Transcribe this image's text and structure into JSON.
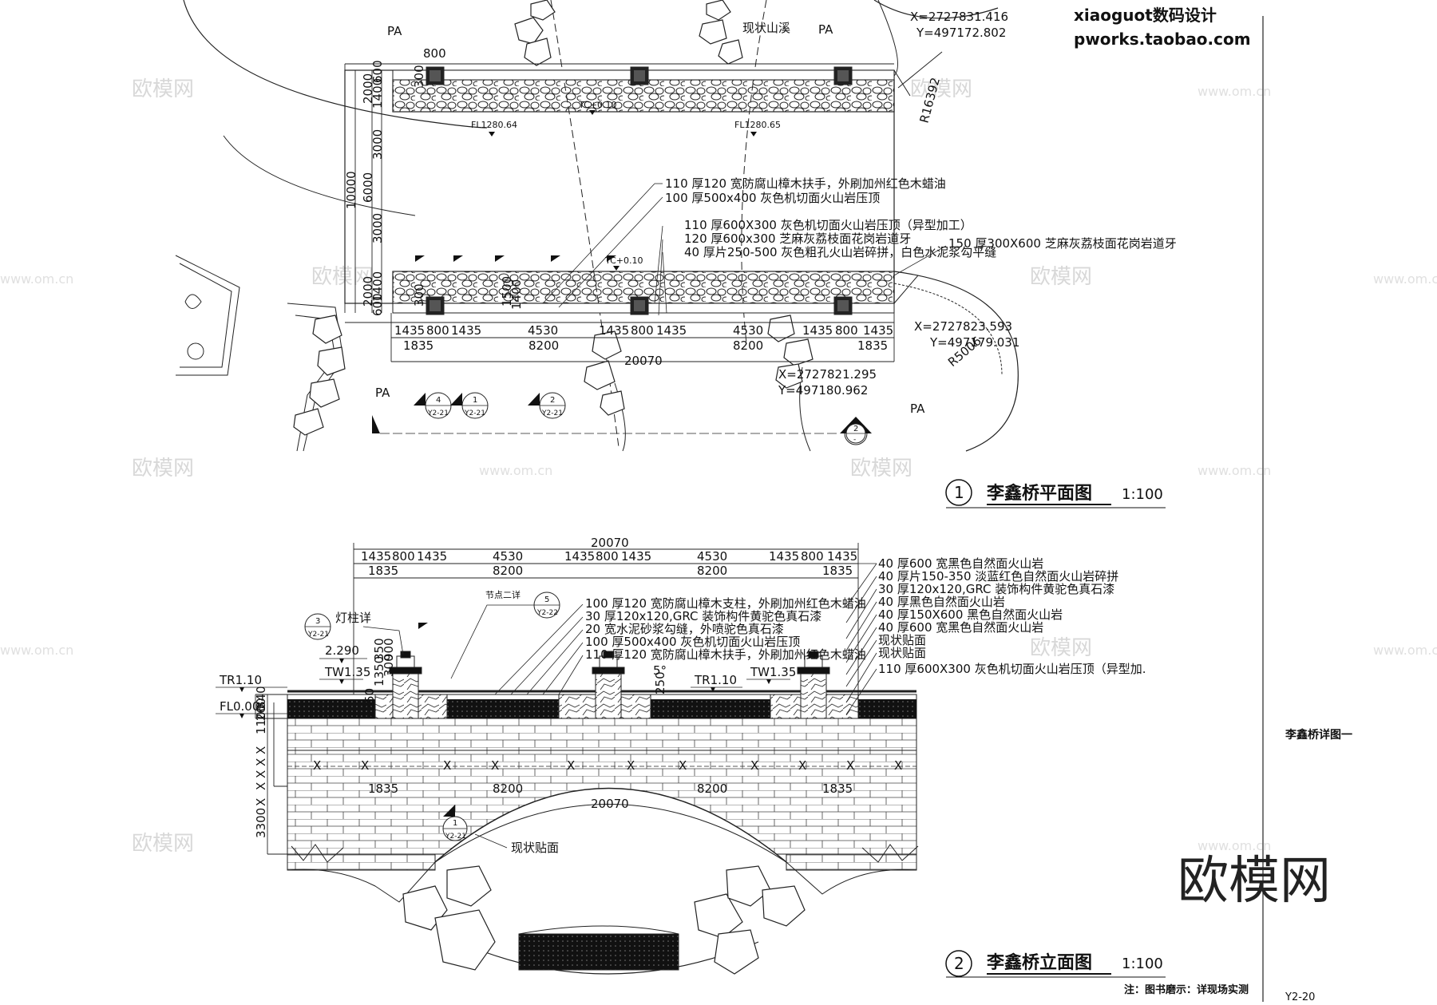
{
  "watermark": {
    "brand_line1": "xiaoguot数码设计",
    "brand_line2": "pworks.taobao.com",
    "site_name": "欧模网",
    "site_url": "www.om.cn",
    "large": "欧模网"
  },
  "plan": {
    "coords": {
      "top_right_x": "X=2727831.416",
      "top_right_y": "Y=497172.802",
      "bottom_right_x": "X=2727823.593",
      "bottom_right_y": "Y=497179.031",
      "bottom_mid_x": "X=2727821.295",
      "bottom_mid_y": "Y=497180.962"
    },
    "labels": {
      "pa": "PA",
      "stream": "现状山溪",
      "r1": "R16392",
      "r2": "R5006",
      "fl1": "FL1280.64",
      "fl2": "FL1280.65",
      "tc1": "TC+0.10",
      "tc2": "TC+0.10"
    },
    "left_dims": [
      "600",
      "1400",
      "2000",
      "3000",
      "6000",
      "10000",
      "3000",
      "1400",
      "2000",
      "600"
    ],
    "top_dim": "800",
    "small_dims": [
      "300",
      "300",
      "1500",
      "1400"
    ],
    "bottom_row1": [
      "1435",
      "800",
      "1435",
      "4530",
      "1435",
      "800",
      "1435",
      "4530",
      "1435",
      "800",
      "1435"
    ],
    "bottom_row2": [
      "1835",
      "8200",
      "8200",
      "1835"
    ],
    "bottom_total": "20070",
    "notes": [
      "110 厚120 宽防腐山樟木扶手，外刷加州红色木蜡油",
      "100 厚500x400  灰色机切面火山岩压顶",
      "110 厚600X300  灰色机切面火山岩压顶（异型加工）",
      "120 厚600x300  芝麻灰荔枝面花岗岩道牙",
      "40 厚片250-500  灰色粗孔火山岩碎拼，白色水泥浆勾平缝",
      "150 厚300X600  芝麻灰荔枝面花岗岩道牙"
    ],
    "section_markers": [
      {
        "num": "4",
        "ref": "Y2-21"
      },
      {
        "num": "1",
        "ref": "Y2-21"
      },
      {
        "num": "2",
        "ref": "Y2-21"
      },
      {
        "num": "2",
        "ref": "-"
      }
    ],
    "title_num": "1",
    "title": "李鑫桥平面图",
    "scale": "1:100"
  },
  "elevation": {
    "top_total": "20070",
    "row1": [
      "1435",
      "800",
      "1435",
      "4530",
      "1435",
      "800",
      "1435",
      "4530",
      "1435",
      "800",
      "1435"
    ],
    "row2": [
      "1835",
      "8200",
      "8200",
      "1835"
    ],
    "mid_row": [
      "1835",
      "8200",
      "8200",
      "1835"
    ],
    "mid_total": "20070",
    "left_dims": [
      "260",
      "840",
      "1100",
      "X",
      "X",
      "X",
      "X",
      "X",
      "3300"
    ],
    "misc_dims": [
      "250",
      "5°",
      "2250",
      "1350",
      "350",
      "300",
      "900"
    ],
    "levels": {
      "h1": "2.290",
      "tw_left": "TW1.35",
      "tr_left": "TR1.10",
      "fl": "FL0.00",
      "tr_mid": "TR1.10",
      "tw_mid": "TW1.35"
    },
    "markers": [
      {
        "num": "3",
        "ref": "Y2-21",
        "label": "灯柱详"
      },
      {
        "num": "5",
        "ref": "Y2-22",
        "label": "节点二详"
      },
      {
        "num": "1",
        "ref": "Y2-21",
        "label": ""
      }
    ],
    "notes_mid": [
      "100 厚120 宽防腐山樟木支柱，外刷加州红色木蜡油",
      "30 厚120x120,GRC  装饰构件黄驼色真石漆",
      "20 宽水泥砂浆勾缝，外喷驼色真石漆",
      "100 厚500x400  灰色机切面火山岩压顶",
      "110 厚120 宽防腐山樟木扶手，外刷加州红色木蜡油"
    ],
    "notes_right": [
      "40 厚600  宽黑色自然面火山岩",
      "40 厚片150-350  淡蓝红色自然面火山岩碎拼",
      "30 厚120x120,GRC  装饰构件黄驼色真石漆",
      "40 厚黑色自然面火山岩",
      "40 厚150X600  黑色自然面火山岩",
      "40 厚600  宽黑色自然面火山岩",
      "现状贴面",
      "现状贴面",
      "110 厚600X300  灰色机切面火山岩压顶（异型加."
    ],
    "existing_face": "现状贴面",
    "title_num": "2",
    "title": "李鑫桥立面图",
    "scale": "1:100",
    "footnote": "注：图书磨示：详现场实测"
  },
  "sheet": {
    "name": "李鑫桥详图一",
    "number": "Y2-20"
  }
}
